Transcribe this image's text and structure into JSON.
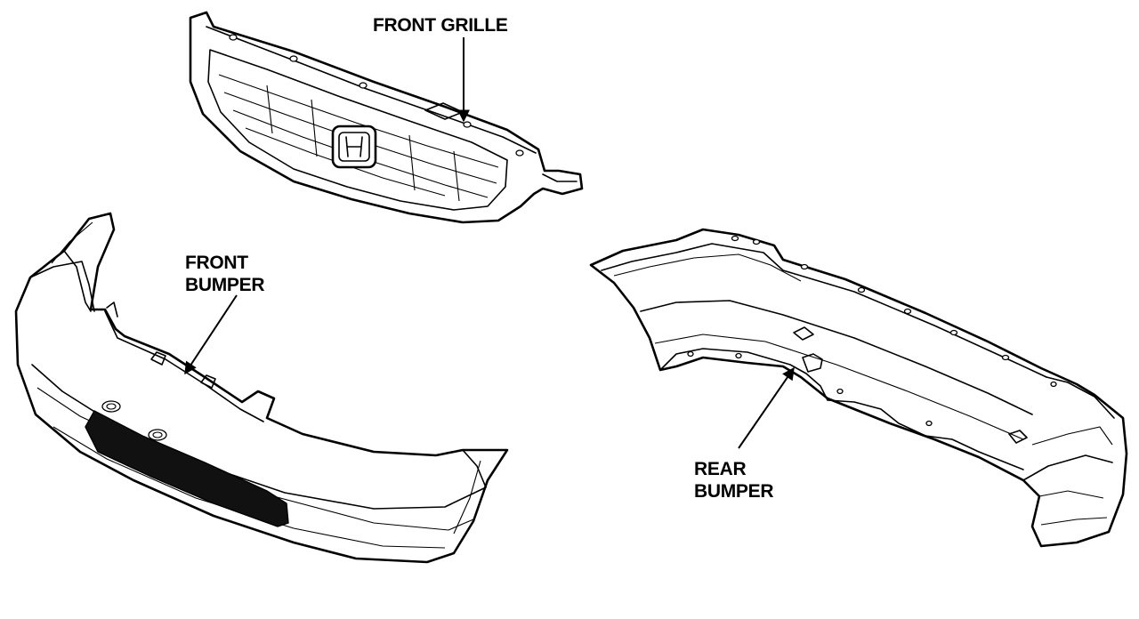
{
  "labels": {
    "front_grille": "FRONT GRILLE",
    "front_bumper_line1": "FRONT",
    "front_bumper_line2": "BUMPER",
    "rear_bumper_line1": "REAR",
    "rear_bumper_line2": "BUMPER"
  },
  "colors": {
    "line": "#000000",
    "background": "#ffffff"
  }
}
